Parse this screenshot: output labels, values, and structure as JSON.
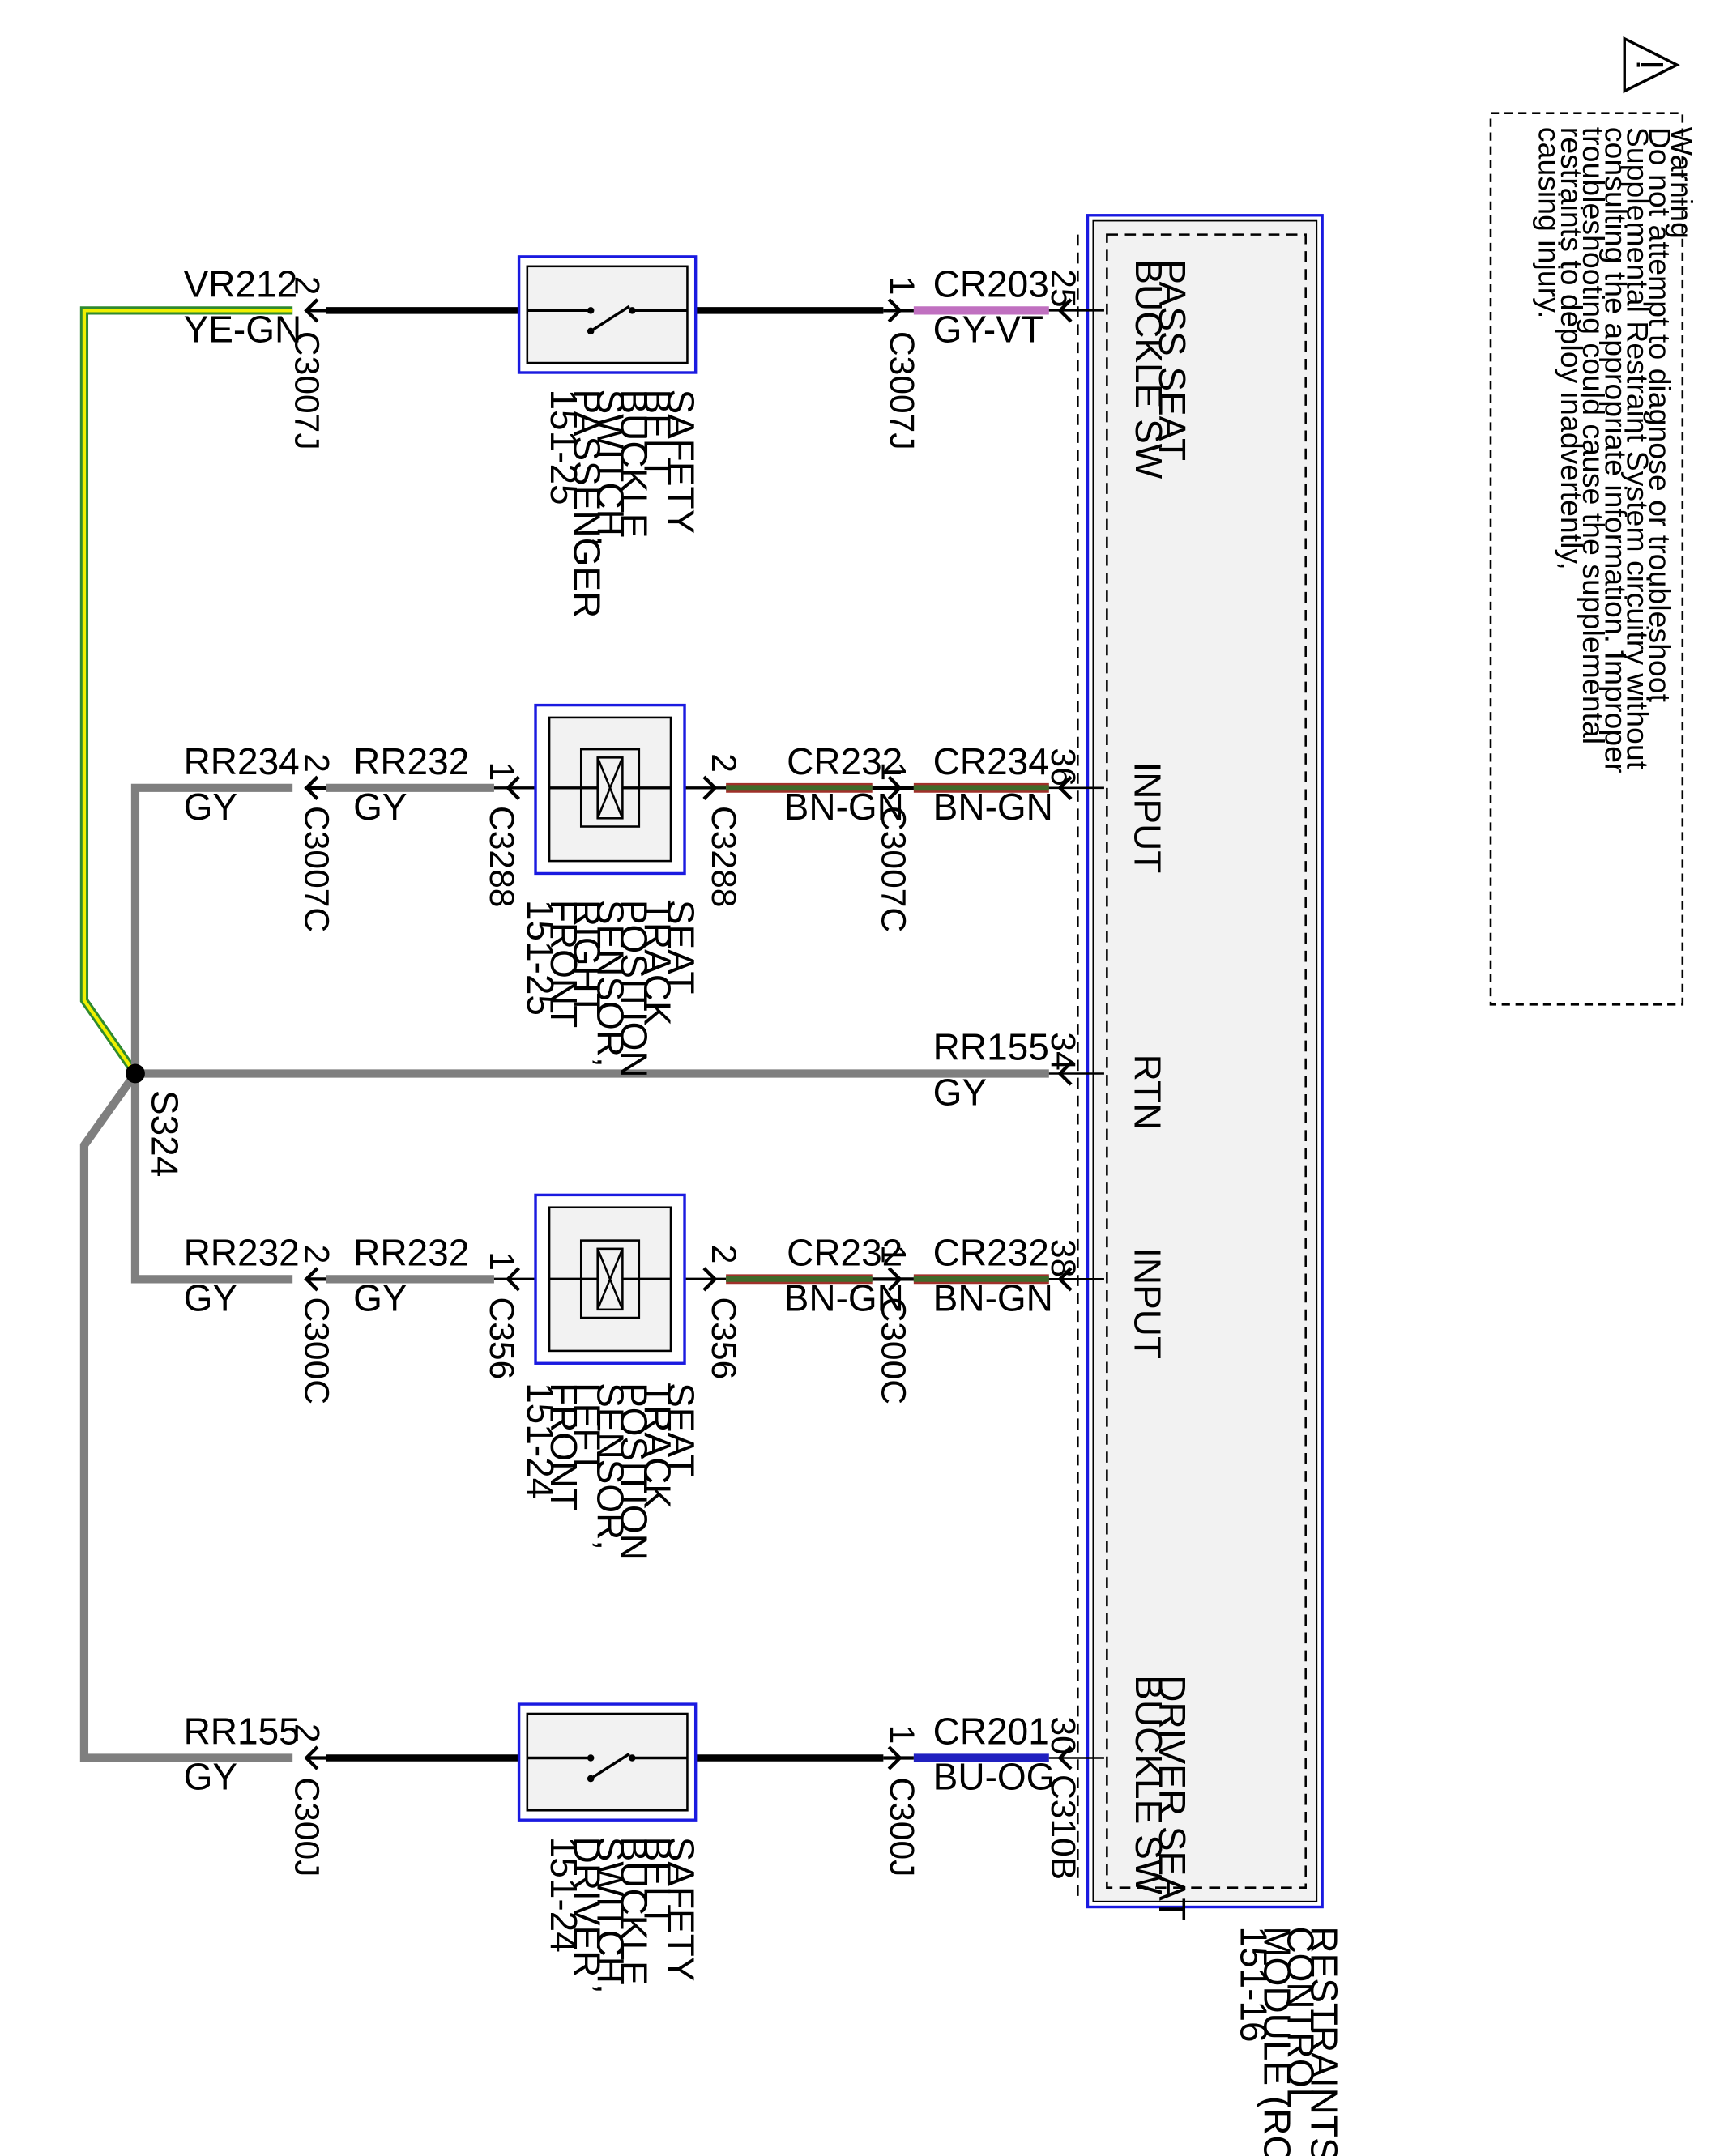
{
  "warning": {
    "title": "Warning",
    "lines": [
      "Do not attempt to diagnose or troubleshoot",
      "Supplemental Restraint System circuitry without",
      "consulting the appropriate information. Improper",
      "troubleshooting could cause the supplemental",
      "restraints to deploy inadvertently,",
      "causing injury."
    ]
  },
  "rcm": {
    "name": [
      "RESTRAINTS",
      "CONTROL",
      "MODULE (RCM)",
      "151-16"
    ],
    "pins": {
      "pass_buckle": {
        "label": [
          "PASS SEAT",
          "BUCKLE SW"
        ],
        "pin": "25"
      },
      "input_right": {
        "label": [
          "INPUT"
        ],
        "pin": "36"
      },
      "rtn": {
        "label": [
          "RTN"
        ],
        "pin": "34"
      },
      "input_left": {
        "label": [
          "INPUT"
        ],
        "pin": "38"
      },
      "driver_buckle": {
        "label": [
          "DRIVER SEAT",
          "BUCKLE SW"
        ],
        "pin": "30",
        "connector": "C310B"
      }
    }
  },
  "components": {
    "pass_switch": [
      "SAFETY",
      "BELT",
      "BUCKLE",
      "SWITCH,",
      "PASSENGER",
      "151-25"
    ],
    "sensor_right": [
      "SEAT",
      "TRACK",
      "POSITION",
      "SENSOR,",
      "RIGHT",
      "FRONT",
      "151-25"
    ],
    "sensor_left": [
      "SEAT",
      "TRACK",
      "POSITION",
      "SENSOR,",
      "LEFT",
      "FRONT",
      "151-24"
    ],
    "driver_switch": [
      "SAFETY",
      "BELT",
      "BUCKLE",
      "SWITCH,",
      "DRIVER",
      "151-24"
    ]
  },
  "splice": "S324",
  "rows": {
    "r1": {
      "wire_left": {
        "circuit": "VR212",
        "color": "YE-GN"
      },
      "conn_left": {
        "pin": "2",
        "name": "C3007J"
      },
      "conn_right": {
        "pin": "1",
        "name": "C3007J"
      },
      "wire_right": {
        "circuit": "CR203",
        "color": "GY-VT"
      }
    },
    "r2": {
      "wire_left": {
        "circuit": "RR234",
        "color": "GY"
      },
      "conn_left": {
        "pin": "2",
        "name": "C3007C"
      },
      "wire_mid": {
        "circuit": "RR232",
        "color": "GY"
      },
      "sensor_l": {
        "pin": "1",
        "name": "C3288"
      },
      "sensor_r": {
        "pin": "2",
        "name": "C3288"
      },
      "wire_sr": {
        "circuit": "CR232",
        "color": "BN-GN"
      },
      "conn_right": {
        "pin": "1",
        "name": "C3007C"
      },
      "wire_right": {
        "circuit": "CR234",
        "color": "BN-GN"
      }
    },
    "r3": {
      "wire": {
        "circuit": "RR155",
        "color": "GY"
      }
    },
    "r4": {
      "wire_left": {
        "circuit": "RR232",
        "color": "GY"
      },
      "conn_left": {
        "pin": "2",
        "name": "C300C"
      },
      "wire_mid": {
        "circuit": "RR232",
        "color": "GY"
      },
      "sensor_l": {
        "pin": "1",
        "name": "C356"
      },
      "sensor_r": {
        "pin": "2",
        "name": "C356"
      },
      "wire_sr": {
        "circuit": "CR232",
        "color": "BN-GN"
      },
      "conn_right": {
        "pin": "1",
        "name": "C300C"
      },
      "wire_right": {
        "circuit": "CR232",
        "color": "BN-GN"
      }
    },
    "r5": {
      "wire_left": {
        "circuit": "RR155",
        "color": "GY"
      },
      "conn_left": {
        "pin": "2",
        "name": "C300J"
      },
      "conn_right": {
        "pin": "1",
        "name": "C300J"
      },
      "wire_right": {
        "circuit": "CR201",
        "color": "BU-OG"
      }
    }
  },
  "wire_colors": {
    "gray": "#7f7f7f",
    "yellow": "#f0f000",
    "green": "#2f8a2f",
    "brown_green": "#3f6a2a",
    "brown_edge": "#a0302a",
    "violet": "#c070c0",
    "blue": "#2020c0",
    "outline_blue": "#1a1ae0"
  }
}
